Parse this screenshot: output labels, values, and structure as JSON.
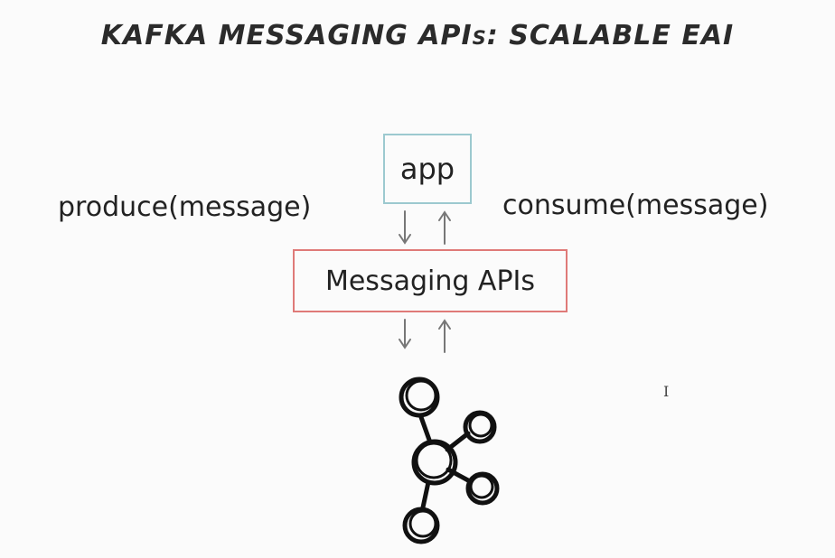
{
  "title": "KAFKA MESSAGING APIs: SCALABLE EAI",
  "labels": {
    "produce": "produce(message)",
    "consume": "consume(message)"
  },
  "boxes": {
    "app": "app",
    "messaging_apis": "Messaging APIs"
  },
  "colors": {
    "app_border": "#9cc9cf",
    "api_border": "#df7a78",
    "arrow": "#777777",
    "ink": "#222222"
  },
  "icons": {
    "cluster": "kafka-cluster-icon",
    "cursor": "text-cursor-icon"
  }
}
